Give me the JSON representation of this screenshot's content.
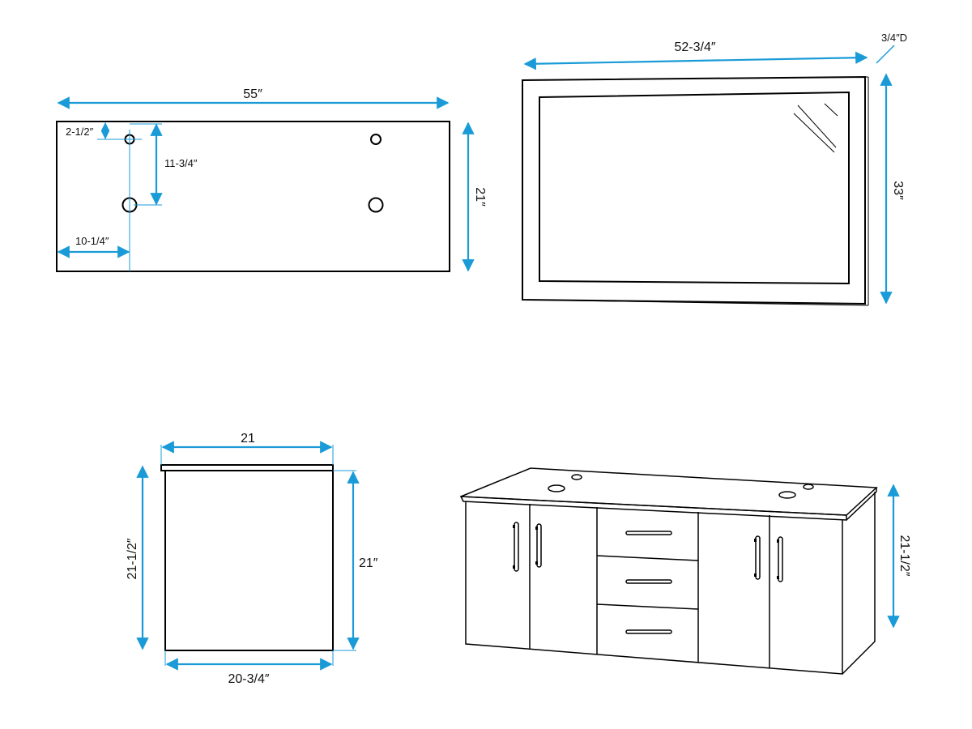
{
  "colors": {
    "dimension": "#1a9bd7",
    "outline": "#000000",
    "background": "#ffffff"
  },
  "top_view": {
    "width": "55″",
    "depth": "21″",
    "hole_from_back": "2-1/2″",
    "hole_spacing": "11-3/4″",
    "hole_from_side": "10-1/4″"
  },
  "mirror": {
    "width": "52-3/4″",
    "height": "33″",
    "depth": "3/4″D"
  },
  "side_view": {
    "top_depth": "21",
    "cabinet_depth": "20-3/4″",
    "total_height": "21-1/2″",
    "cabinet_height": "21″"
  },
  "front_view": {
    "height": "21-1/2″"
  }
}
